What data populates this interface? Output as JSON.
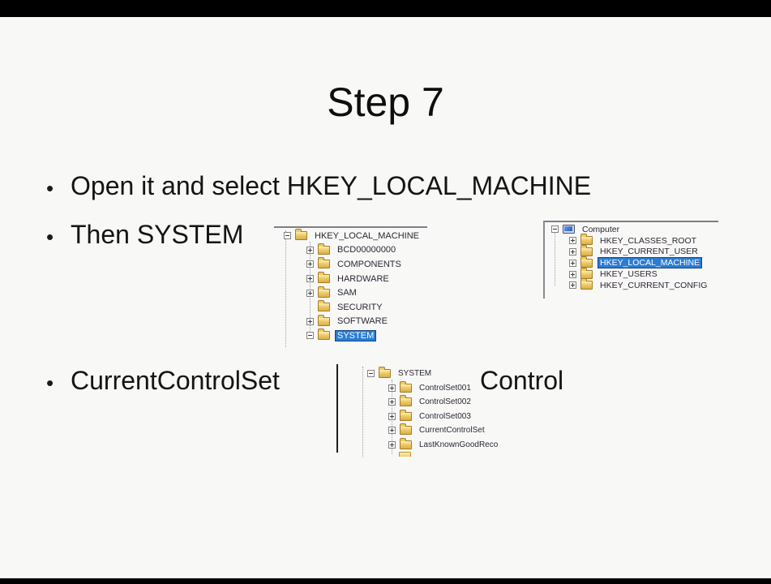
{
  "slide": {
    "title": "Step 7",
    "bullets": [
      "Open it and select HKEY_LOCAL_MACHINE",
      "Then SYSTEM",
      "CurrentControlSet"
    ],
    "control_label": "Control"
  },
  "colors": {
    "letterbox": "#000000",
    "slide_bg": "#f8f8f7",
    "highlight_bg": "#2b7cd3",
    "highlight_border": "#17457f",
    "selected_text": "#ffffff",
    "folder_yellow": "#edcb6d"
  },
  "trees": {
    "hklm_tree": {
      "rows": [
        {
          "label": "HKEY_LOCAL_MACHINE",
          "level": 0,
          "expand": "minus",
          "icon": "folder",
          "selected": false
        },
        {
          "label": "BCD00000000",
          "level": 1,
          "expand": "plus",
          "icon": "folder",
          "selected": false
        },
        {
          "label": "COMPONENTS",
          "level": 1,
          "expand": "plus",
          "icon": "folder",
          "selected": false
        },
        {
          "label": "HARDWARE",
          "level": 1,
          "expand": "plus",
          "icon": "folder",
          "selected": false
        },
        {
          "label": "SAM",
          "level": 1,
          "expand": "plus",
          "icon": "folder",
          "selected": false
        },
        {
          "label": "SECURITY",
          "level": 1,
          "expand": "none",
          "icon": "folder",
          "selected": false
        },
        {
          "label": "SOFTWARE",
          "level": 1,
          "expand": "plus",
          "icon": "folder",
          "selected": false
        },
        {
          "label": "SYSTEM",
          "level": 1,
          "expand": "minus",
          "icon": "folder",
          "selected": true
        }
      ]
    },
    "computer_tree": {
      "rows": [
        {
          "label": "Computer",
          "level": 0,
          "expand": "minus",
          "icon": "computer",
          "selected": false
        },
        {
          "label": "HKEY_CLASSES_ROOT",
          "level": 1,
          "expand": "plus",
          "icon": "folder",
          "selected": false
        },
        {
          "label": "HKEY_CURRENT_USER",
          "level": 1,
          "expand": "plus",
          "icon": "folder",
          "selected": false
        },
        {
          "label": "HKEY_LOCAL_MACHINE",
          "level": 1,
          "expand": "plus",
          "icon": "folder",
          "selected": true
        },
        {
          "label": "HKEY_USERS",
          "level": 1,
          "expand": "plus",
          "icon": "folder",
          "selected": false
        },
        {
          "label": "HKEY_CURRENT_CONFIG",
          "level": 1,
          "expand": "plus",
          "icon": "folder",
          "selected": false
        }
      ]
    },
    "system_tree": {
      "rows": [
        {
          "label": "SYSTEM",
          "level": 0,
          "expand": "minus",
          "icon": "folder",
          "selected": false
        },
        {
          "label": "ControlSet001",
          "level": 1,
          "expand": "plus",
          "icon": "folder",
          "selected": false
        },
        {
          "label": "ControlSet002",
          "level": 1,
          "expand": "plus",
          "icon": "folder",
          "selected": false
        },
        {
          "label": "ControlSet003",
          "level": 1,
          "expand": "plus",
          "icon": "folder",
          "selected": false
        },
        {
          "label": "CurrentControlSet",
          "level": 1,
          "expand": "plus",
          "icon": "folder",
          "selected": false
        },
        {
          "label": "LastKnownGoodReco",
          "level": 1,
          "expand": "plus",
          "icon": "folder",
          "selected": false
        }
      ]
    }
  }
}
